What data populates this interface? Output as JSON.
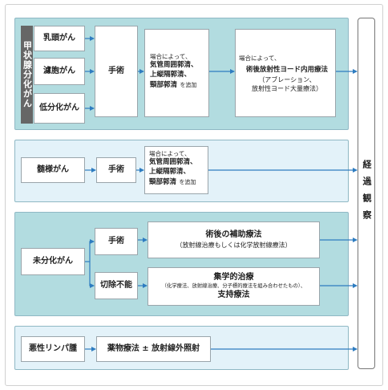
{
  "sections": {
    "thyroid": {
      "group_label": "甲状腺分化がん",
      "types": [
        "乳頭がん",
        "濾胞がん",
        "低分化がん"
      ],
      "surgery": "手術",
      "note_intro": "場合によって、",
      "note_items": [
        "気管周囲郭清、",
        "上縦隔郭清、",
        "頸部郭清"
      ],
      "note_add": "を追加",
      "rai_intro": "場合によって、",
      "rai_title": "術後放射性ヨード内用療法",
      "rai_detail_1": "（アブレーション、",
      "rai_detail_2": "放射性ヨード大量療法）"
    },
    "medullary": {
      "type": "髄様がん",
      "surgery": "手術",
      "note_intro": "場合によって、",
      "note_items": [
        "気管周囲郭清、",
        "上縦隔郭清、",
        "頸部郭清"
      ],
      "note_add": "を追加"
    },
    "anaplastic": {
      "type": "未分化がん",
      "surgery": "手術",
      "unresectable": "切除不能",
      "adjuvant_title": "術後の補助療法",
      "adjuvant_detail": "（放射線治療もしくは化学放射線療法）",
      "multimodal_title": "集学的治療",
      "multimodal_detail": "（化学療法、放射線治療、分子標的療法を組み合わせたもの）、",
      "supportive": "支持療法"
    },
    "lymphoma": {
      "type": "悪性リンパ腫",
      "treatment": "薬物療法 ± 放射線外照射"
    }
  },
  "observation": "経過観察",
  "colors": {
    "panel_dark": "#b2dce0",
    "panel_light": "#e3f2f9",
    "arrow": "#2e7cc0",
    "label_bg": "#666666"
  }
}
